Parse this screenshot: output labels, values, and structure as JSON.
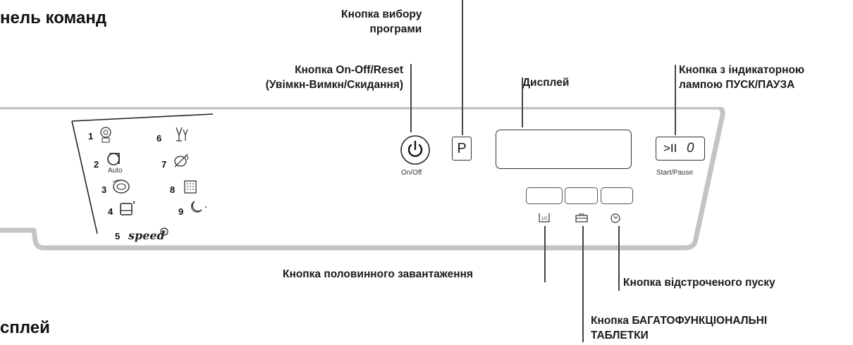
{
  "headings": {
    "control_panel": "нель команд",
    "display": "сплей"
  },
  "callouts": {
    "program_button": [
      "Кнопка вибору",
      "програми"
    ],
    "onoff_button": [
      "Кнопка On-Off/Reset",
      "(Увімкн-Вимкн/Скидання)"
    ],
    "display": "Дисплей",
    "start_pause": [
      "Кнопка з індикаторною",
      "лампою ПУСК/ПАУЗА"
    ],
    "half_load": "Кнопка половинного завантаження",
    "delay_start": "Кнопка відстроченого пуску",
    "multi_tablet": [
      "Кнопка БАГАТОФУНКЦІОНАЛЬНІ",
      "ТАБЛЕТКИ"
    ]
  },
  "panel": {
    "onoff_label": "On/Off",
    "start_pause_label": "Start/Pause",
    "program_letter": "P",
    "start_pause_symbol": ">II",
    "start_pause_digit": "0",
    "half_load_icon_text": "1/2",
    "auto_label": "Auto",
    "speed_label": "speed",
    "programs": [
      "1",
      "2",
      "3",
      "4",
      "5",
      "6",
      "7",
      "8",
      "9"
    ],
    "icons": [
      "program-1-icon",
      "program-2-icon",
      "program-3-icon",
      "program-4-icon",
      "program-5-icon",
      "program-6-icon",
      "program-7-icon",
      "program-8-icon",
      "program-9-icon",
      "power-icon",
      "half-load-icon",
      "multi-tablet-icon",
      "delay-start-icon"
    ]
  }
}
